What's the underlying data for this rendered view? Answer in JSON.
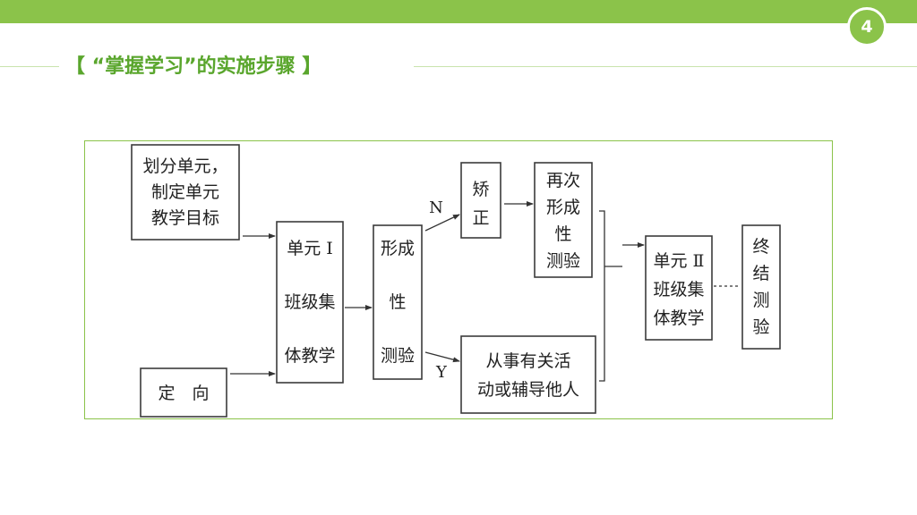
{
  "page": {
    "number": "4"
  },
  "title": "【 “掌握学习”的实施步骤 】",
  "colors": {
    "accent": "#8bc34a",
    "title": "#5aa62d",
    "ink": "#222222"
  },
  "diagram": {
    "boxes": {
      "divide": [
        "划分单元，",
        "制定单元",
        "教学目标"
      ],
      "orient": [
        "定　向"
      ],
      "unit1": [
        "单元 I",
        "班级集",
        "体教学"
      ],
      "formative": [
        "形成",
        "性",
        "测验"
      ],
      "correct": [
        "矫",
        "正"
      ],
      "retest": [
        "再次",
        "形成",
        "性",
        "测验"
      ],
      "activity": [
        "从事有关活",
        "动或辅导他人"
      ],
      "unit2": [
        "单元 Ⅱ",
        "班级集",
        "体教学"
      ],
      "final": [
        "终",
        "结",
        "测",
        "验"
      ]
    },
    "branch_labels": {
      "no": "N",
      "yes": "Y"
    }
  }
}
